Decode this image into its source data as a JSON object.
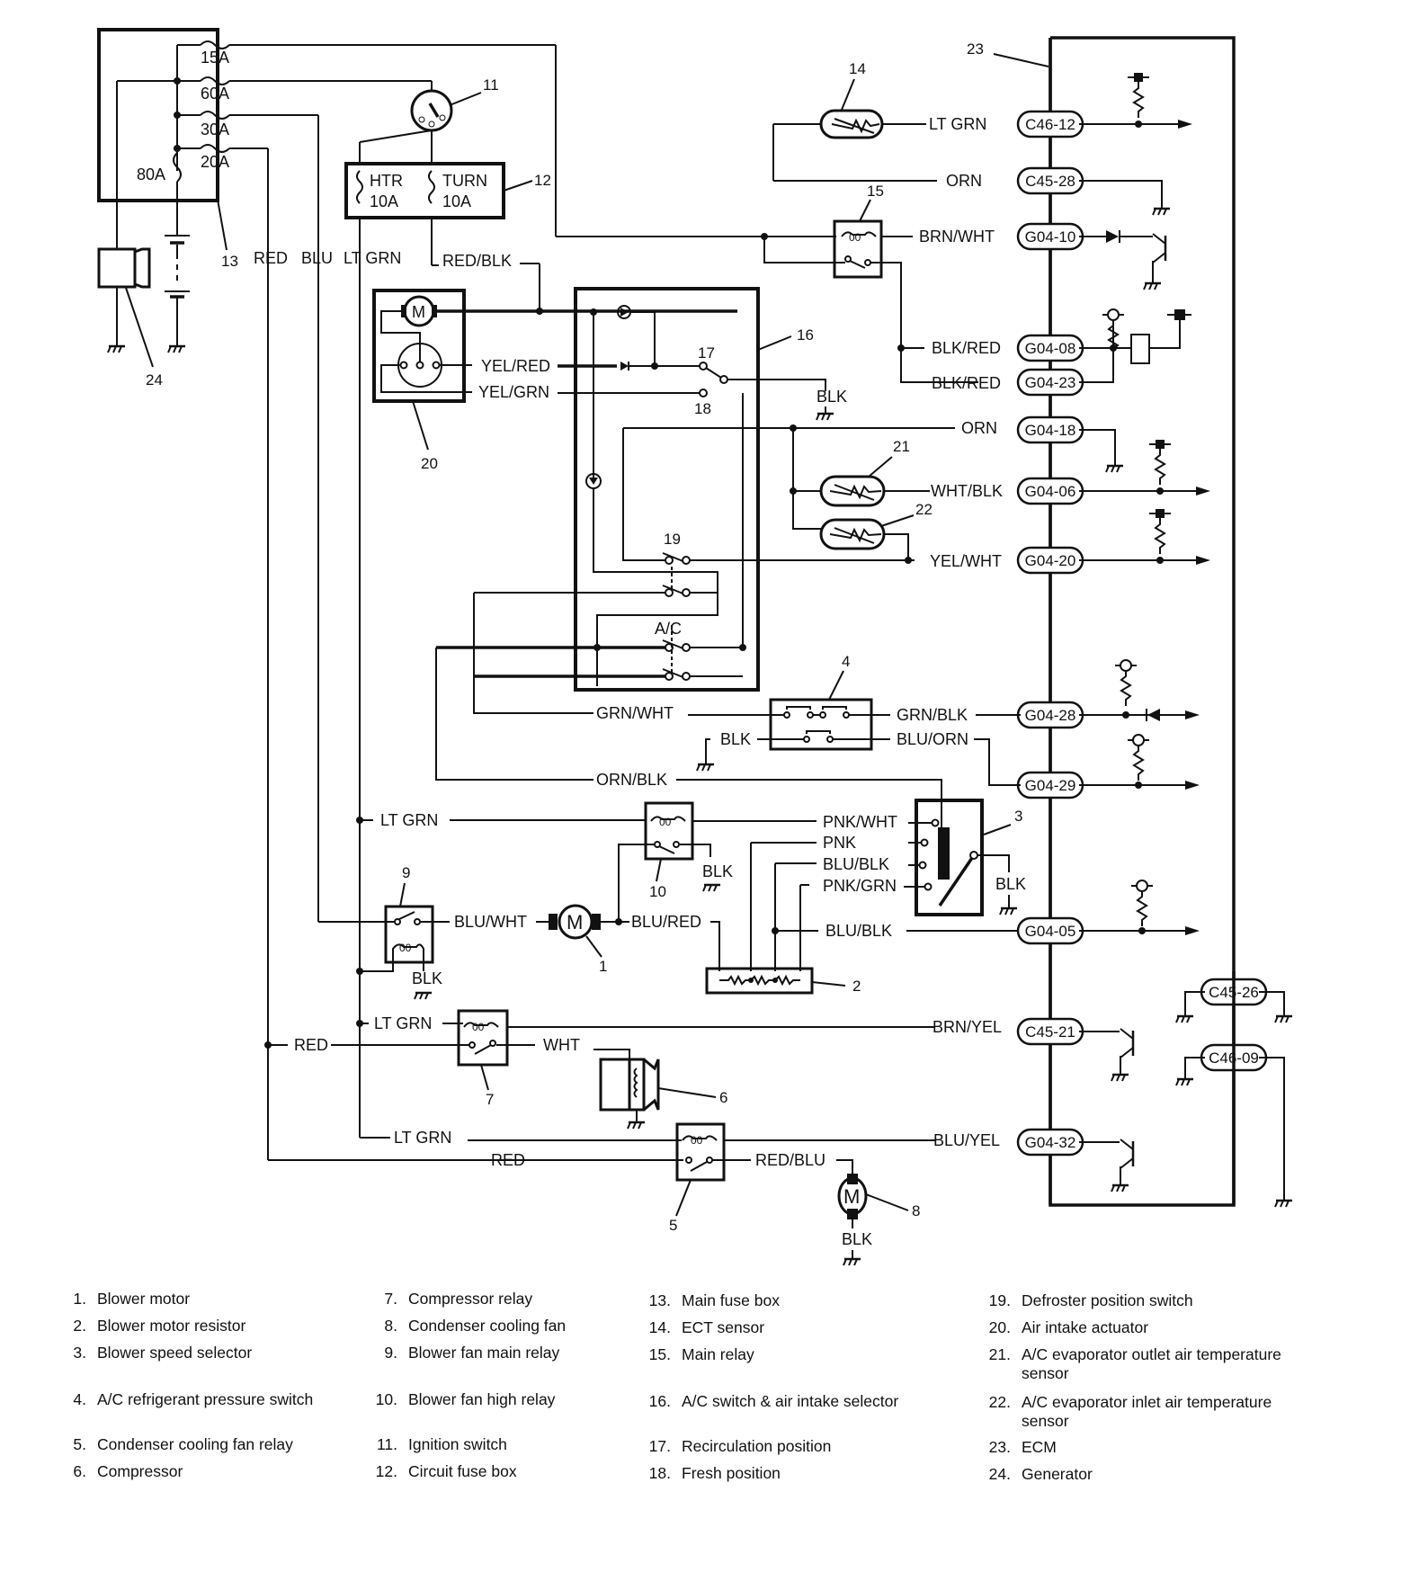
{
  "diagram": {
    "fuses_main": [
      "15A",
      "60A",
      "30A",
      "20A",
      "80A"
    ],
    "circuit_fuses": [
      {
        "name": "HTR",
        "rating": "10A"
      },
      {
        "name": "TURN",
        "rating": "10A"
      }
    ],
    "wires": {
      "red": "RED",
      "blu": "BLU",
      "lt_grn": "LT GRN",
      "red_blk": "RED/BLK",
      "yel_red": "YEL/RED",
      "yel_grn": "YEL/GRN",
      "blk": "BLK",
      "lt_grn_ect": "LT GRN",
      "orn_ect": "ORN",
      "brn_wht": "BRN/WHT",
      "blk_red_1": "BLK/RED",
      "blk_red_2": "BLK/RED",
      "orn_18": "ORN",
      "wht_blk": "WHT/BLK",
      "yel_wht": "YEL/WHT",
      "grn_wht": "GRN/WHT",
      "grn_blk": "GRN/BLK",
      "blk_ps": "BLK",
      "blu_orn": "BLU/ORN",
      "orn_blk": "ORN/BLK",
      "lt_grn_10": "LT GRN",
      "pnk_wht": "PNK/WHT",
      "pnk": "PNK",
      "blu_blk_1": "BLU/BLK",
      "pnk_grn": "PNK/GRN",
      "blk_3": "BLK",
      "blk_10": "BLK",
      "blu_wht": "BLU/WHT",
      "blu_red": "BLU/RED",
      "blu_blk_2": "BLU/BLK",
      "blk_9": "BLK",
      "lt_grn_7": "LT GRN",
      "red_7": "RED",
      "wht": "WHT",
      "brn_yel": "BRN/YEL",
      "lt_grn_5": "LT GRN",
      "red_5": "RED",
      "red_blu": "RED/BLU",
      "blu_yel": "BLU/YEL",
      "blk_8": "BLK"
    },
    "connectors": {
      "c46_12": "C46-12",
      "c45_28": "C45-28",
      "g04_10": "G04-10",
      "g04_08": "G04-08",
      "g04_23": "G04-23",
      "g04_18": "G04-18",
      "g04_06": "G04-06",
      "g04_20": "G04-20",
      "g04_28": "G04-28",
      "g04_29": "G04-29",
      "g04_05": "G04-05",
      "c45_21": "C45-21",
      "g04_32": "G04-32",
      "c45_26": "C45-26",
      "c46_09": "C46-09"
    },
    "switch_labels": {
      "ac": "A/C"
    },
    "motor_symbol": "M",
    "relay_coil": "00",
    "callouts": [
      "1",
      "2",
      "3",
      "4",
      "5",
      "6",
      "7",
      "8",
      "9",
      "10",
      "11",
      "12",
      "13",
      "14",
      "15",
      "16",
      "17",
      "18",
      "19",
      "20",
      "21",
      "22",
      "23",
      "24"
    ]
  },
  "legend": [
    {
      "num": "1.",
      "text": "Blower motor"
    },
    {
      "num": "2.",
      "text": "Blower motor resistor"
    },
    {
      "num": "3.",
      "text": "Blower speed selector"
    },
    {
      "num": "4.",
      "text": "A/C refrigerant pressure switch"
    },
    {
      "num": "5.",
      "text": "Condenser cooling fan relay"
    },
    {
      "num": "6.",
      "text": "Compressor"
    },
    {
      "num": "7.",
      "text": "Compressor relay"
    },
    {
      "num": "8.",
      "text": "Condenser cooling fan"
    },
    {
      "num": "9.",
      "text": "Blower fan main relay"
    },
    {
      "num": "10.",
      "text": "Blower fan high relay"
    },
    {
      "num": "11.",
      "text": "Ignition switch"
    },
    {
      "num": "12.",
      "text": "Circuit fuse box"
    },
    {
      "num": "13.",
      "text": "Main fuse box"
    },
    {
      "num": "14.",
      "text": "ECT sensor"
    },
    {
      "num": "15.",
      "text": "Main relay"
    },
    {
      "num": "16.",
      "text": "A/C switch & air intake selector"
    },
    {
      "num": "17.",
      "text": "Recirculation position"
    },
    {
      "num": "18.",
      "text": "Fresh position"
    },
    {
      "num": "19.",
      "text": "Defroster position switch"
    },
    {
      "num": "20.",
      "text": "Air intake actuator"
    },
    {
      "num": "21.",
      "text": "A/C evaporator outlet air temperature sensor"
    },
    {
      "num": "22.",
      "text": "A/C evaporator inlet air temperature sensor"
    },
    {
      "num": "23.",
      "text": "ECM"
    },
    {
      "num": "24.",
      "text": "Generator"
    }
  ]
}
